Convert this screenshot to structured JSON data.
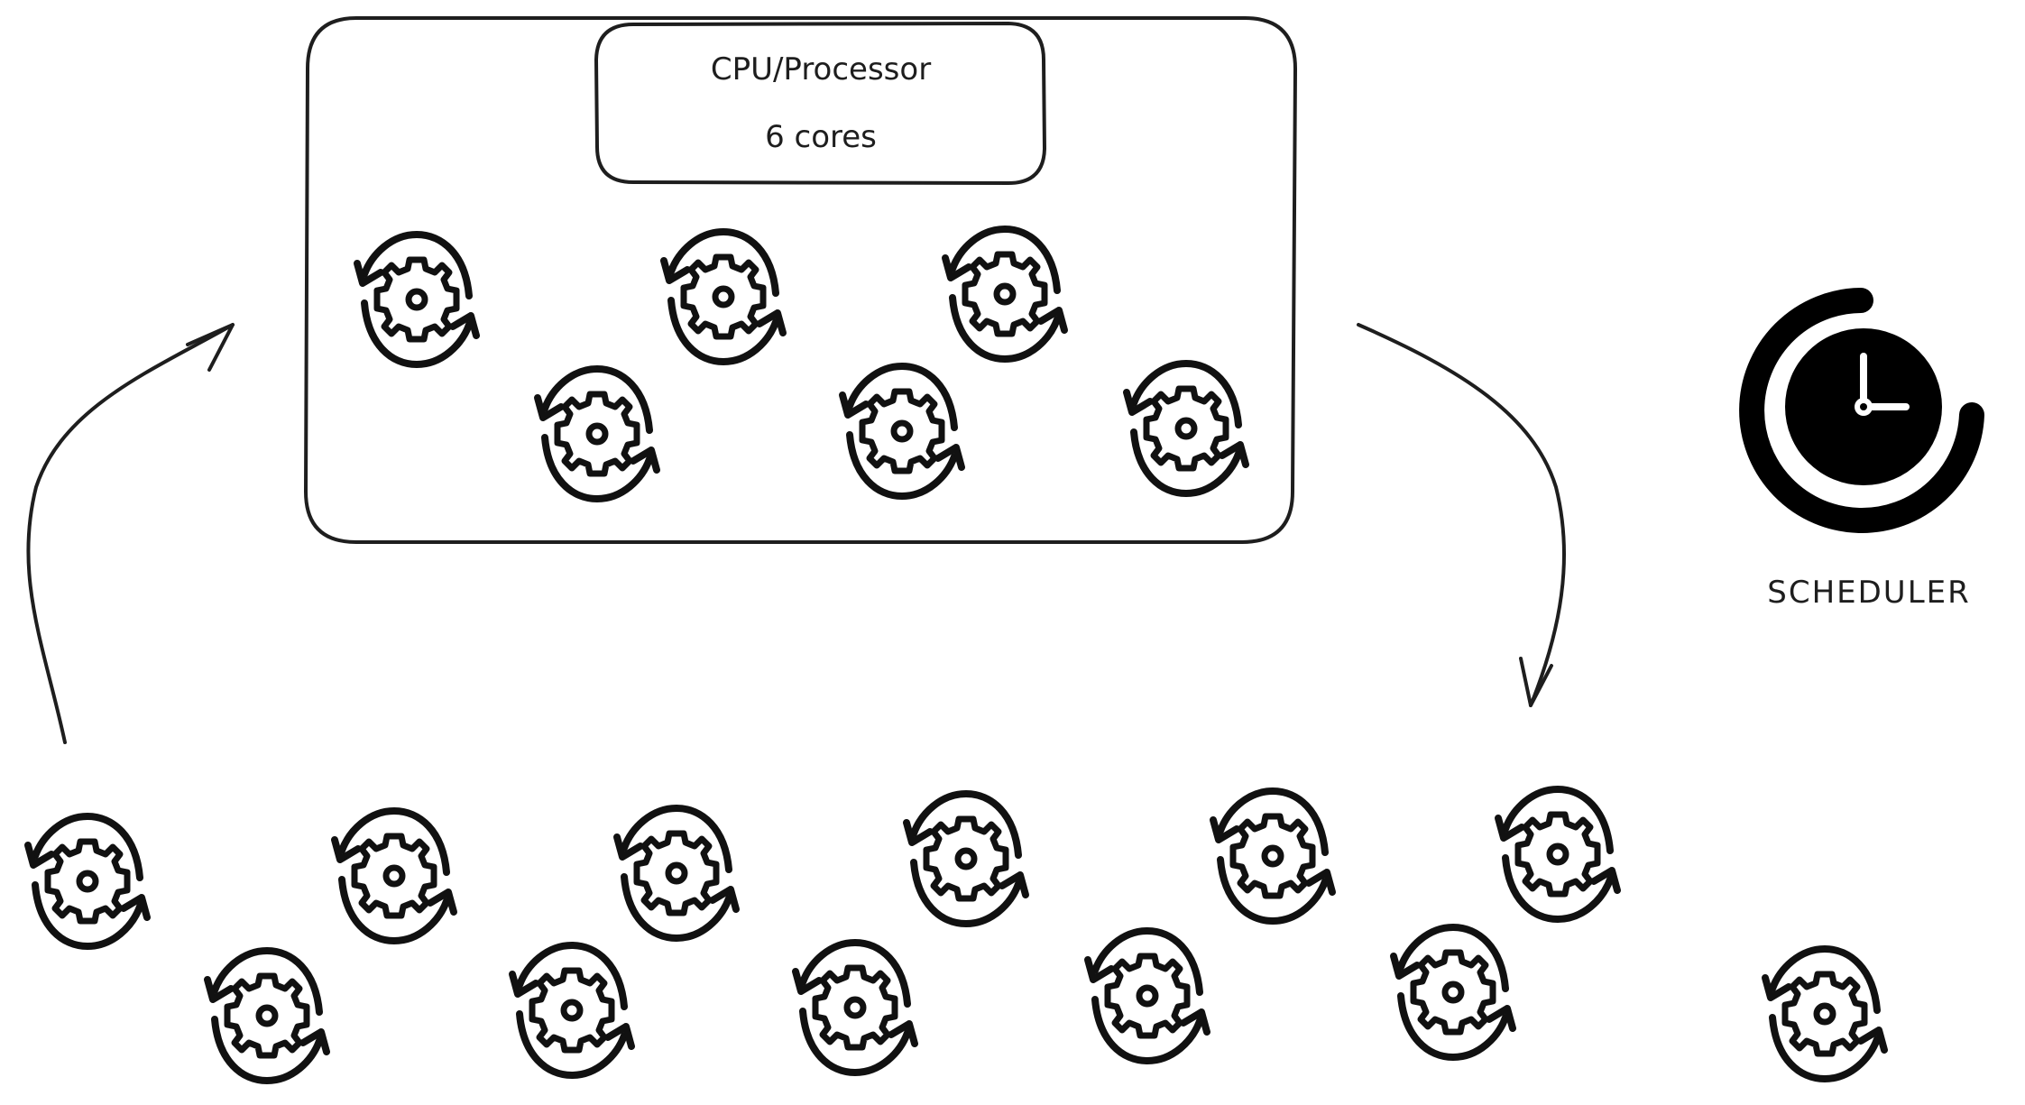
{
  "diagram": {
    "cpu_box": {
      "title": "CPU/Processor",
      "subtitle": "6 cores",
      "process_count": 6
    },
    "scheduler": {
      "label": "SCHEDULER",
      "icon": "clock-icon"
    },
    "queue": {
      "process_count": 12
    },
    "process_icon": "gear-cycle-icon",
    "arrows": [
      {
        "from": "process-queue",
        "to": "cpu-box"
      },
      {
        "from": "cpu-box",
        "to": "process-queue"
      }
    ],
    "colors": {
      "stroke": "#1e1e1e",
      "background": "#ffffff"
    }
  }
}
